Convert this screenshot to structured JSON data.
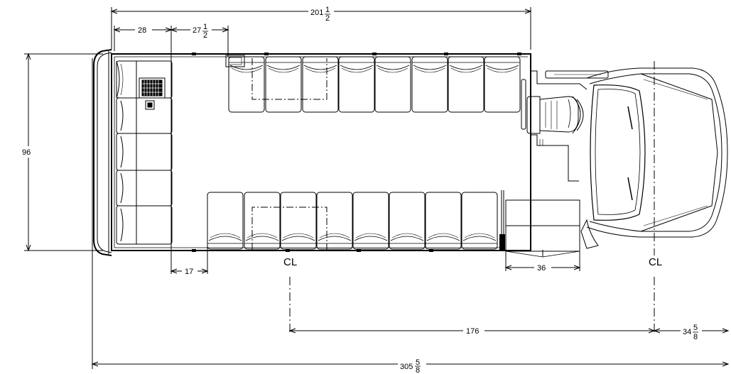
{
  "dimensions": {
    "overall_length": {
      "whole": "305",
      "num": "5",
      "den": "8"
    },
    "body_length": {
      "whole": "201",
      "num": "1",
      "den": "2"
    },
    "rear_section": {
      "whole": "28",
      "num": "",
      "den": ""
    },
    "rear_to_seat": {
      "whole": "27",
      "num": "1",
      "den": "2"
    },
    "seat_gap": {
      "whole": "17",
      "num": "",
      "den": ""
    },
    "width": {
      "whole": "96",
      "num": "",
      "den": ""
    },
    "door_width": {
      "whole": "36",
      "num": "",
      "den": ""
    },
    "wheelbase": {
      "whole": "176",
      "num": "",
      "den": ""
    },
    "front_overhang": {
      "whole": "34",
      "num": "5",
      "den": "8"
    }
  },
  "axle_marker": "CL",
  "colors": {
    "line": "#000000",
    "background": "#ffffff",
    "dash": "#000000"
  }
}
